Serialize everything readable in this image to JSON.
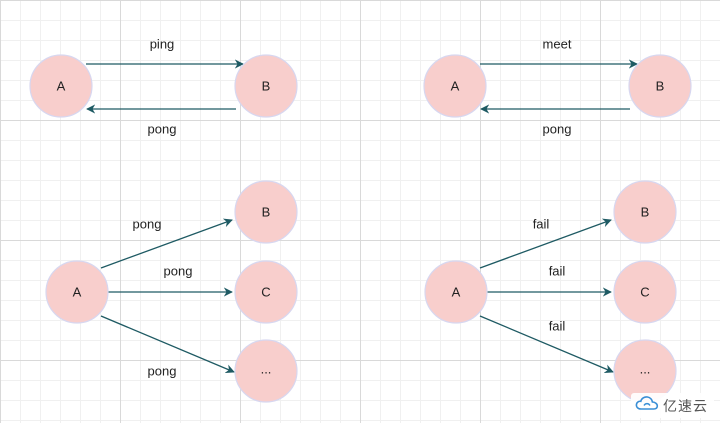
{
  "diagrams": {
    "top_left": {
      "nodes": [
        "A",
        "B"
      ],
      "edge_top_label": "ping",
      "edge_bottom_label": "pong"
    },
    "top_right": {
      "nodes": [
        "A",
        "B"
      ],
      "edge_top_label": "meet",
      "edge_bottom_label": "pong"
    },
    "bottom_left": {
      "nodes": [
        "A",
        "B",
        "C",
        "..."
      ],
      "edge_labels": [
        "pong",
        "pong",
        "pong"
      ]
    },
    "bottom_right": {
      "nodes": [
        "A",
        "B",
        "C",
        "..."
      ],
      "edge_labels": [
        "fail",
        "fail",
        "fail"
      ]
    }
  },
  "colors": {
    "node_fill": "#f8cecc",
    "edge_color": "#1e5a63"
  },
  "watermark": {
    "text": "亿速云",
    "icon": "cloud-icon"
  }
}
